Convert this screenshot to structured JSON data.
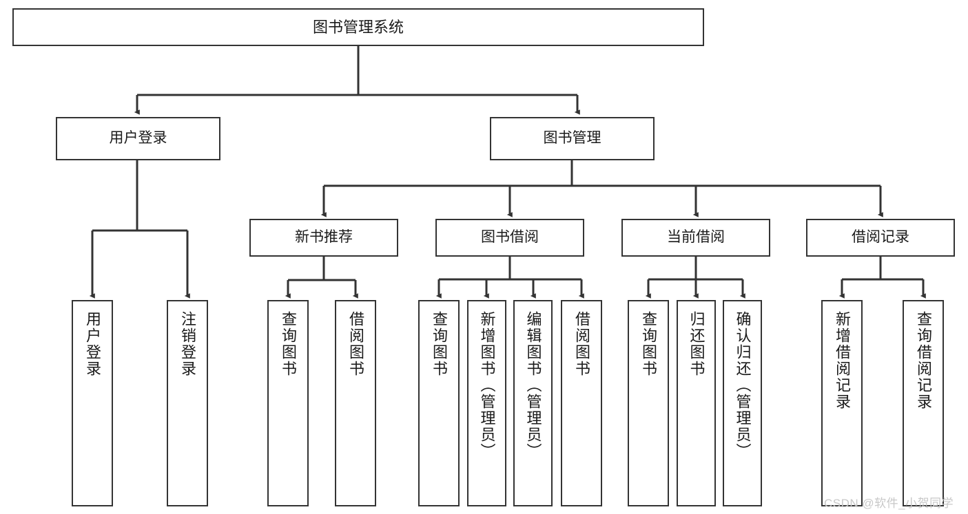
{
  "diagram": {
    "title": "图书管理系统",
    "type": "hierarchy-tree",
    "watermark": "CSDN @软件_小贺同学",
    "stroke_color": "#333333",
    "fill_color": "#ffffff",
    "text_color": "#1a1a1a",
    "watermark_color": "#c8c8c8"
  },
  "nodes": {
    "root": {
      "label": "图书管理系统",
      "level": 0
    },
    "l1": [
      {
        "label": "用户登录",
        "level": 1
      },
      {
        "label": "图书管理",
        "level": 1
      }
    ],
    "l2": [
      {
        "label": "新书推荐",
        "level": 2,
        "parent": "图书管理"
      },
      {
        "label": "图书借阅",
        "level": 2,
        "parent": "图书管理"
      },
      {
        "label": "当前借阅",
        "level": 2,
        "parent": "图书管理"
      },
      {
        "label": "借阅记录",
        "level": 2,
        "parent": "图书管理"
      }
    ],
    "leaves": [
      {
        "label": "用户登录",
        "parent": "用户登录"
      },
      {
        "label": "注销登录",
        "parent": "用户登录"
      },
      {
        "label": "查询图书",
        "parent": "新书推荐"
      },
      {
        "label": "借阅图书",
        "parent": "新书推荐"
      },
      {
        "label": "查询图书",
        "parent": "图书借阅"
      },
      {
        "label": "新增图书（管理员）",
        "parent": "图书借阅"
      },
      {
        "label": "编辑图书（管理员）",
        "parent": "图书借阅"
      },
      {
        "label": "借阅图书",
        "parent": "图书借阅"
      },
      {
        "label": "查询图书",
        "parent": "当前借阅"
      },
      {
        "label": "归还图书",
        "parent": "当前借阅"
      },
      {
        "label": "确认归还（管理员）",
        "parent": "当前借阅"
      },
      {
        "label": "新增借阅记录",
        "parent": "借阅记录"
      },
      {
        "label": "查询借阅记录",
        "parent": "借阅记录"
      }
    ]
  }
}
